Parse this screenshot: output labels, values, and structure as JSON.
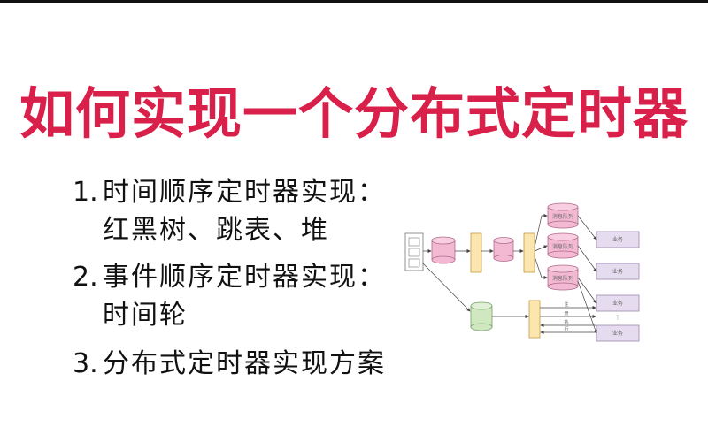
{
  "title": "如何实现一个分布式定时器",
  "items": [
    {
      "number": "1.",
      "lines": [
        "时间顺序定时器实现：",
        "红黑树、跳表、堆"
      ]
    },
    {
      "number": "2.",
      "lines": [
        "事件顺序定时器实现：",
        "时间轮"
      ]
    },
    {
      "number": "3.",
      "lines": [
        "分布式定时器实现方案"
      ]
    }
  ],
  "colors": {
    "title": "#d8204a",
    "text": "#111111"
  },
  "diagram": {
    "queue_label": "消息队列",
    "task_label": "业务",
    "arrow_labels": [
      "注",
      "册",
      "执",
      "行"
    ]
  }
}
